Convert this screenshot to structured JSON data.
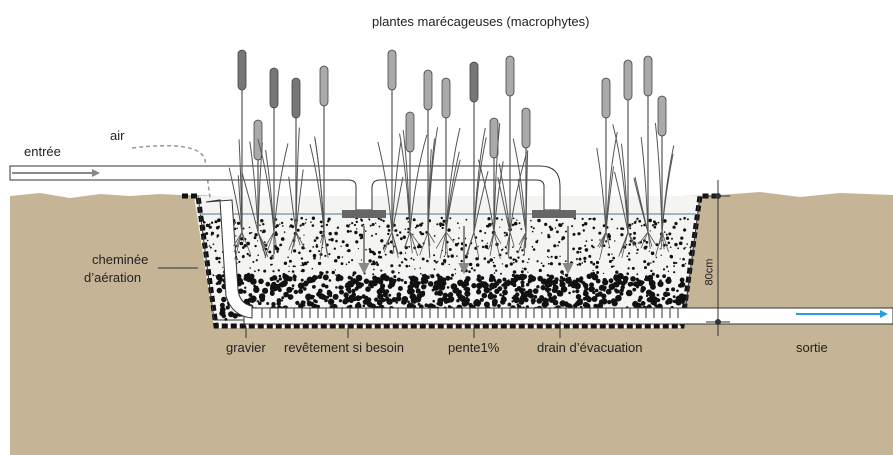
{
  "labels": {
    "title": "plantes marécageuses (macrophytes)",
    "inlet": "entrée",
    "air": "air",
    "chimney_line1": "cheminée",
    "chimney_line2": "d’aération",
    "gravel": "gravier",
    "liner": "revêtement si besoin",
    "slope": "pente1%",
    "drain": "drain d’évacuation",
    "outlet": "sortie",
    "depth": "80cm"
  },
  "colors": {
    "ground": "#c6b497",
    "gravel_fill": "#f4f4f2",
    "pipe": "#ffffff",
    "outlet_arrow": "#2a9fd6",
    "stem_dark": "#6e6e6e",
    "stem_light": "#a8a8a8"
  },
  "icons": [
    "inlet-arrow-icon",
    "outlet-arrow-icon",
    "distribution-plate-icon",
    "reed-plant-icon"
  ]
}
